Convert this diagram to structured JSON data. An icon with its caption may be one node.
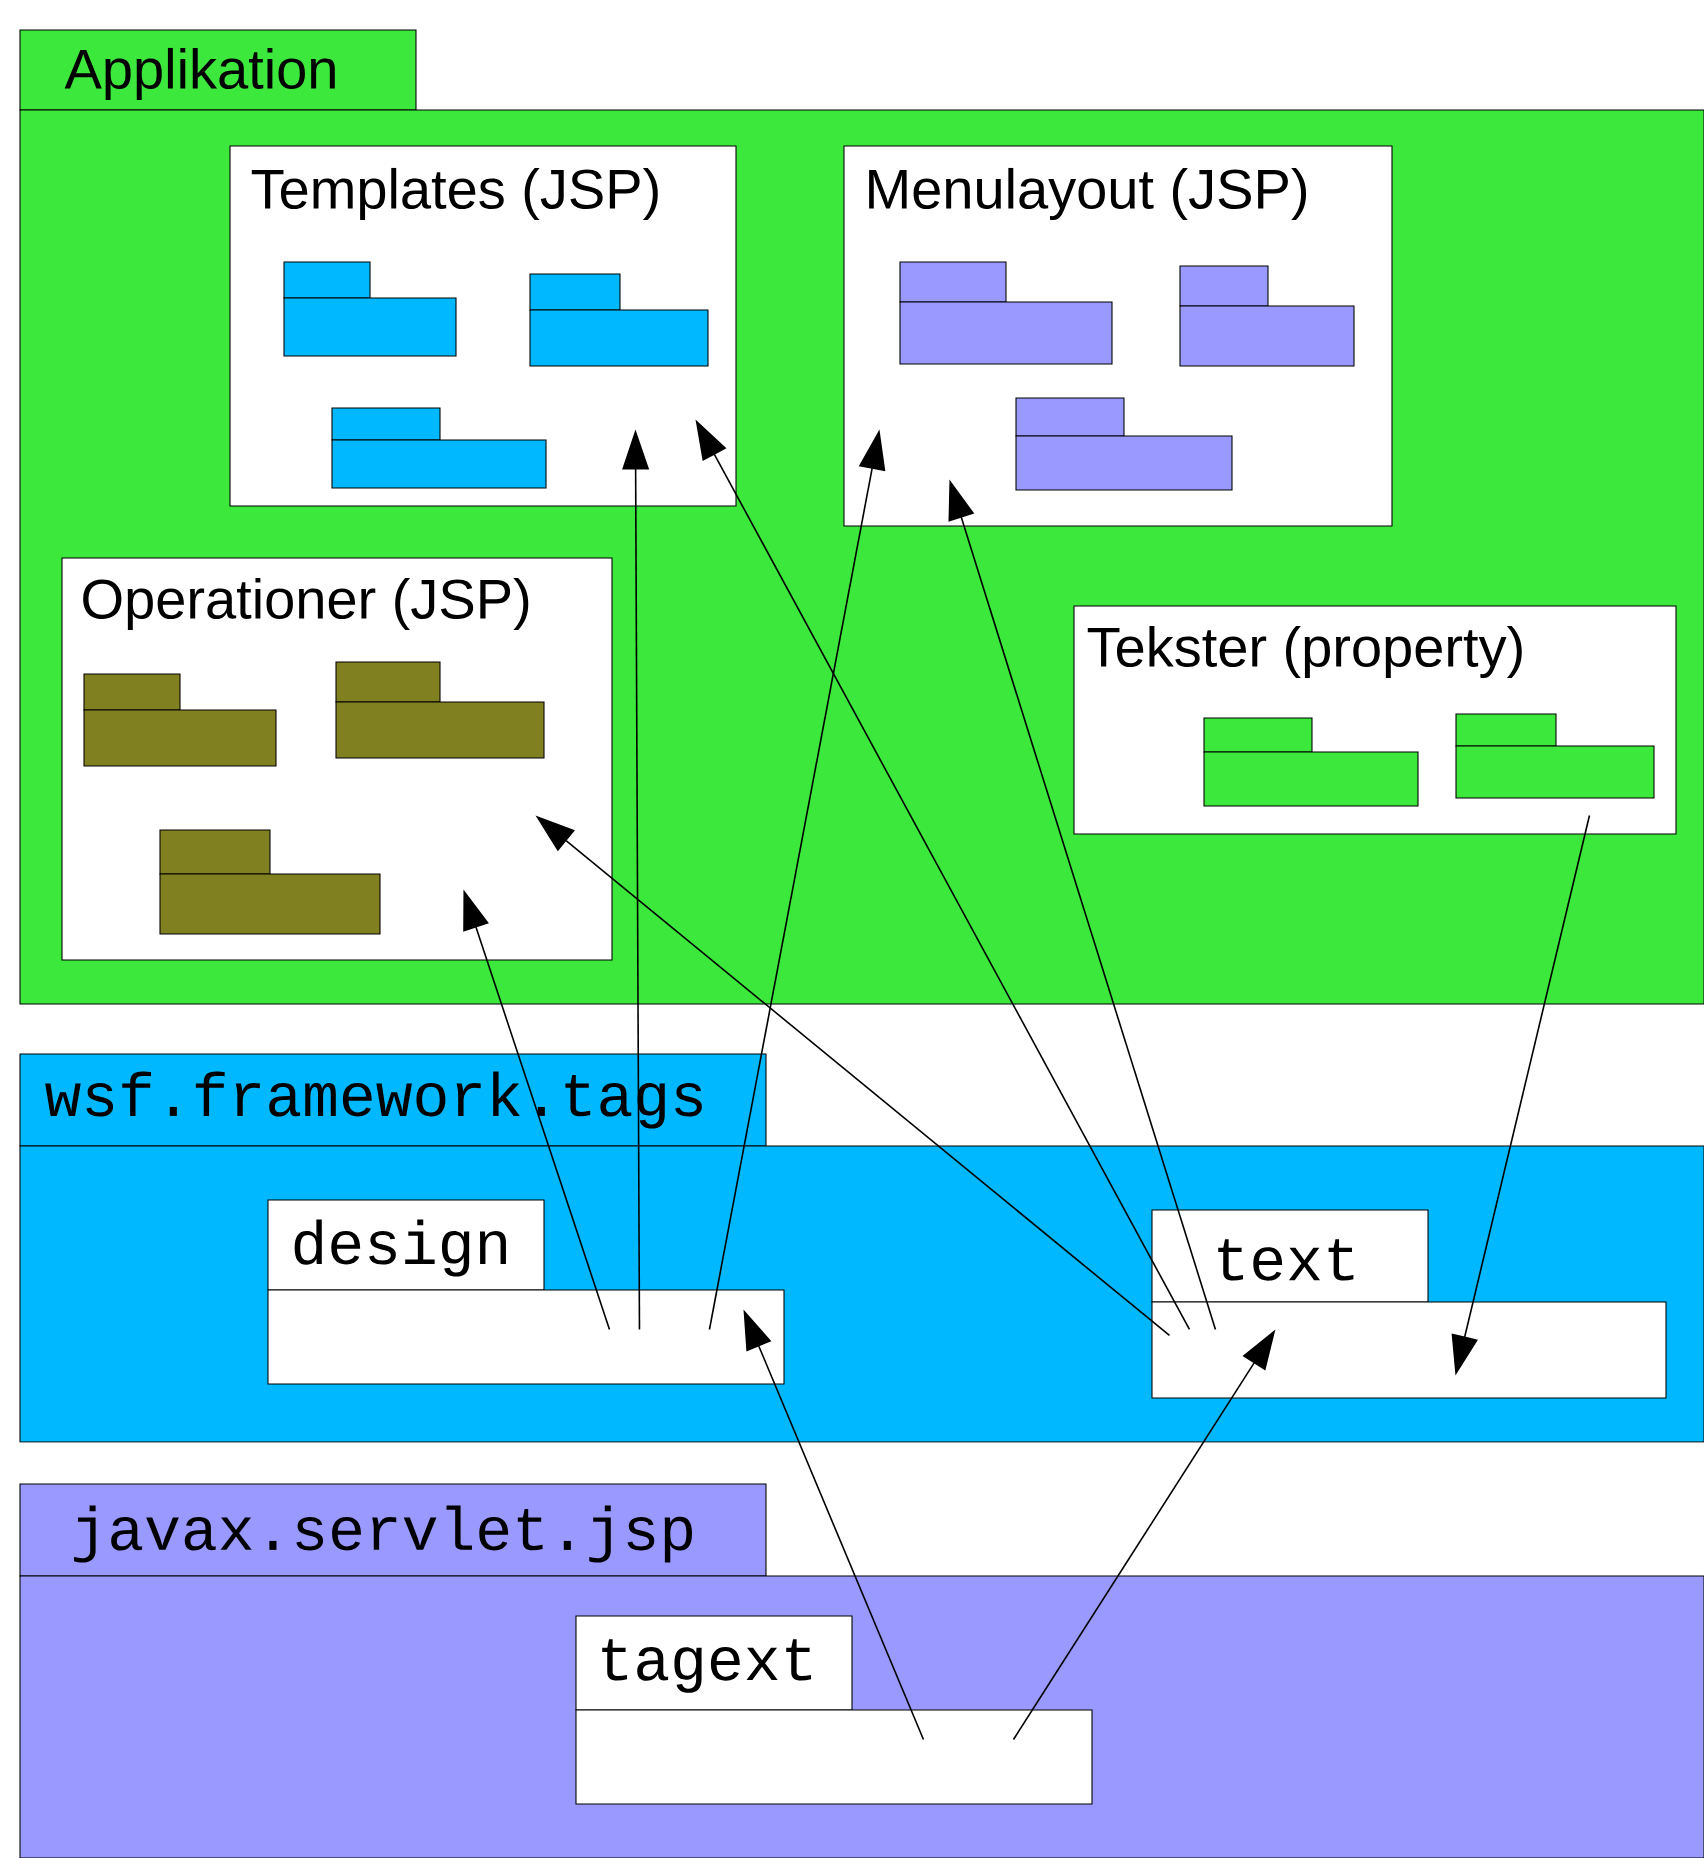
{
  "diagram": {
    "nodes": [
      {
        "text": [
          "Applikation"
        ]
      },
      {
        "text": [
          "Templates (JSP)"
        ],
        "in": 0
      },
      {
        "text": [],
        "shape": "folder",
        "in": 1
      },
      {
        "text": [],
        "shape": "folder",
        "in": 1
      },
      {
        "text": [],
        "shape": "folder",
        "in": 1
      },
      {
        "text": [
          "Menulayout (JSP)"
        ],
        "in": 0
      },
      {
        "text": [],
        "shape": "folder",
        "in": 5
      },
      {
        "text": [],
        "shape": "folder",
        "in": 5
      },
      {
        "text": [],
        "shape": "folder",
        "in": 5
      },
      {
        "text": [
          "Operationer (JSP)"
        ],
        "in": 0
      },
      {
        "text": [],
        "shape": "folder",
        "in": 9
      },
      {
        "text": [],
        "shape": "folder",
        "in": 9
      },
      {
        "text": [],
        "shape": "folder",
        "in": 9
      },
      {
        "text": [
          "Tekster (property)"
        ],
        "in": 0
      },
      {
        "text": [],
        "shape": "folder",
        "in": 13
      },
      {
        "text": [],
        "shape": "folder",
        "in": 13
      },
      {
        "text": [
          "wsf.framework.tags"
        ]
      },
      {
        "text": [
          "design"
        ],
        "in": 16
      },
      {
        "text": [
          "text"
        ],
        "in": 16
      },
      {
        "text": [
          "javax.servlet.jsp"
        ]
      },
      {
        "text": [
          "tagext"
        ],
        "in": 19
      }
    ],
    "edges": [
      {
        "from": 17,
        "to": 9,
        "arrow": "to"
      },
      {
        "from": 17,
        "to": 1,
        "arrow": "to"
      },
      {
        "from": 17,
        "to": 5,
        "arrow": "to"
      },
      {
        "from": 18,
        "to": 9,
        "arrow": "to"
      },
      {
        "from": 18,
        "to": 1,
        "arrow": "to"
      },
      {
        "from": 18,
        "to": 5,
        "arrow": "to"
      },
      {
        "from": 13,
        "to": 18,
        "arrow": "to"
      },
      {
        "from": 20,
        "to": 17,
        "arrow": "to"
      },
      {
        "from": 20,
        "to": 18,
        "arrow": "to"
      }
    ]
  }
}
